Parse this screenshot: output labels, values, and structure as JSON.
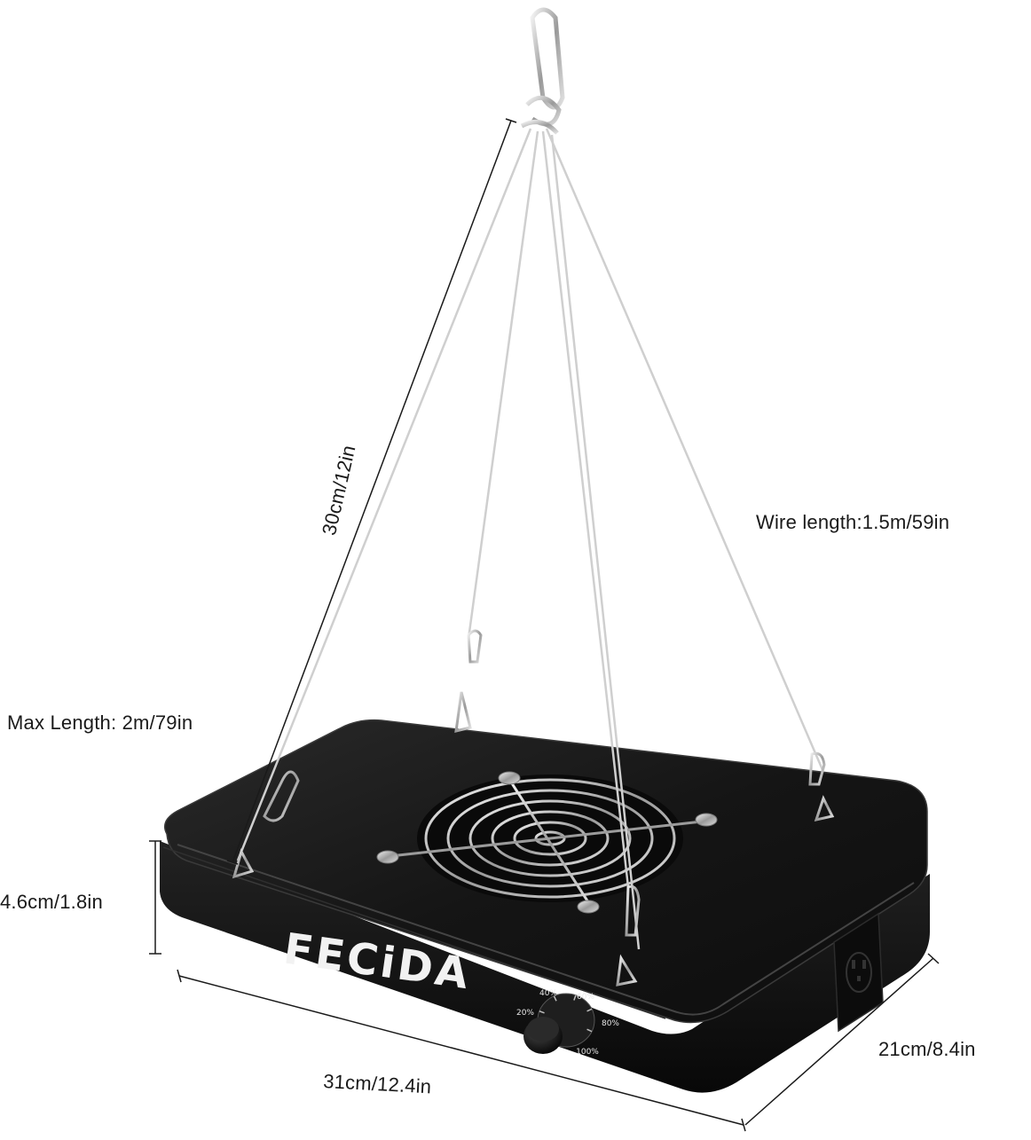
{
  "product": {
    "brand": "FECiDA",
    "colors": {
      "body": "#151515",
      "body_top": "#1c1c1c",
      "edge_highlight": "#3a3a3a",
      "wire": "#c9c9c9",
      "metal": "#b8b8b8",
      "brand_text": "#f2f2f2"
    }
  },
  "dimensions": {
    "wire_length": "Wire length:1.5m/59in",
    "max_length": "Max Length: 2m/79in",
    "hanger_length": "30cm/12in",
    "height": "4.6cm/1.8in",
    "width": "31cm/12.4in",
    "depth": "21cm/8.4in"
  },
  "dimmer": {
    "levels": [
      "20%",
      "40%",
      "60%",
      "80%",
      "100%"
    ]
  },
  "icons": {
    "fan": "fan-guard-icon",
    "knob": "dimmer-knob-icon",
    "outlet": "power-outlet-icon",
    "hook": "carabiner-hook-icon"
  }
}
